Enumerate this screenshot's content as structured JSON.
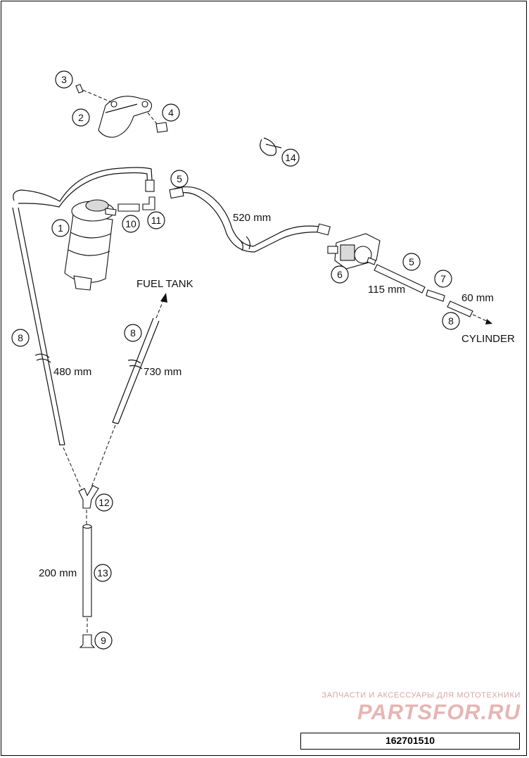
{
  "callouts": [
    {
      "id": "c1",
      "text": "1"
    },
    {
      "id": "c2",
      "text": "2"
    },
    {
      "id": "c3",
      "text": "3"
    },
    {
      "id": "c4",
      "text": "4"
    },
    {
      "id": "c5a",
      "text": "5"
    },
    {
      "id": "c5b",
      "text": "5"
    },
    {
      "id": "c6",
      "text": "6"
    },
    {
      "id": "c7",
      "text": "7"
    },
    {
      "id": "c8a",
      "text": "8"
    },
    {
      "id": "c8b",
      "text": "8"
    },
    {
      "id": "c8c",
      "text": "8"
    },
    {
      "id": "c9",
      "text": "9"
    },
    {
      "id": "c10",
      "text": "10"
    },
    {
      "id": "c11",
      "text": "11"
    },
    {
      "id": "c12",
      "text": "12"
    },
    {
      "id": "c13",
      "text": "13"
    },
    {
      "id": "c14",
      "text": "14"
    }
  ],
  "labels": {
    "fuel_tank": "FUEL TANK",
    "cylinder": "CYLINDER",
    "len_520": "520 mm",
    "len_115": "115 mm",
    "len_60": "60 mm",
    "len_480": "480 mm",
    "len_730": "730 mm",
    "len_200": "200 mm"
  },
  "watermark": {
    "tagline": "ЗАПЧАСТИ И АКСЕССУАРЫ ДЛЯ МОТОТЕХНИКИ",
    "logo": "PARTSFOR.RU"
  },
  "document_number": "162701510"
}
